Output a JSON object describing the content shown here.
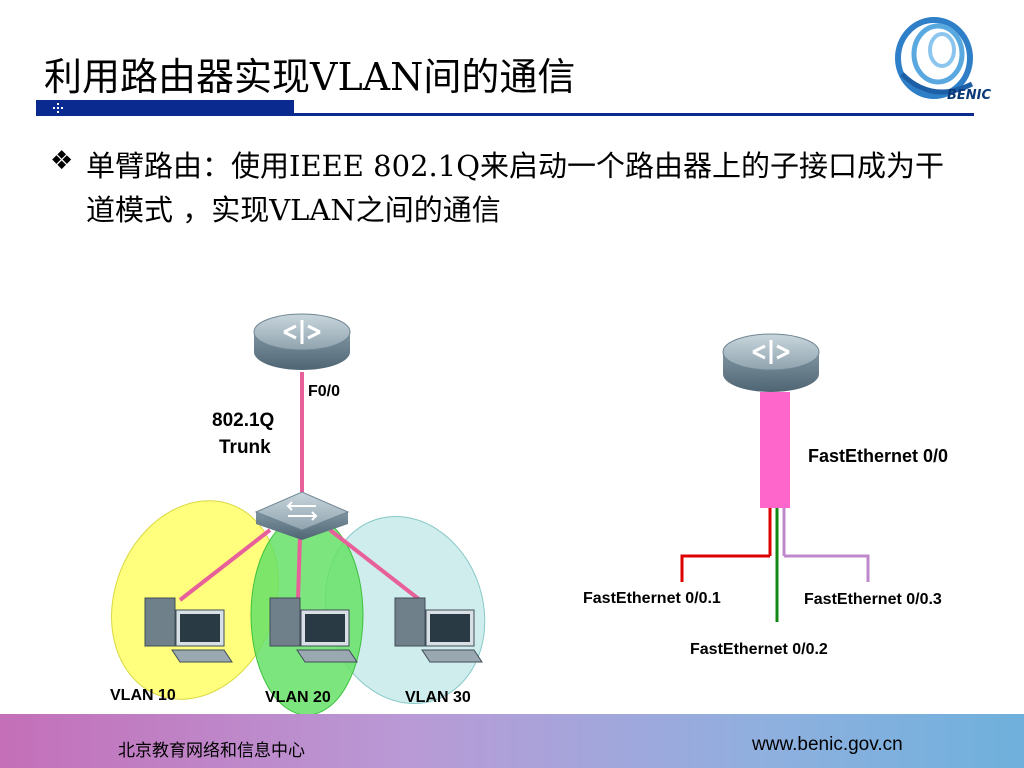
{
  "slide": {
    "title": "利用路由器实现VLAN间的通信",
    "bullet_glyph": "❖",
    "bullet_text": "单臂路由：使用IEEE 802.1Q来启动一个路由器上的子接口成为干道模式 ，实现VLAN之间的通信",
    "logo_text": "BENIC"
  },
  "left_diagram": {
    "port_label": "F0/0",
    "trunk_label_line1": "802.1Q",
    "trunk_label_line2": "Trunk",
    "vlans": [
      {
        "label": "VLAN 10",
        "color": "#ffff66"
      },
      {
        "label": "VLAN 20",
        "color": "#66e066"
      },
      {
        "label": "VLAN 30",
        "color": "#a9dede"
      }
    ],
    "link_color": "#e8609a"
  },
  "right_diagram": {
    "interface_label": "FastEthernet 0/0",
    "subinterfaces": [
      {
        "label": "FastEthernet 0/0.1",
        "color": "#dd0000"
      },
      {
        "label": "FastEthernet 0/0.2",
        "color": "#118811"
      },
      {
        "label": "FastEthernet 0/0.3",
        "color": "#c088cc"
      }
    ],
    "trunk_color": "#ff66cc"
  },
  "footer": {
    "org": "北京教育网络和信息中心",
    "url": "www.benic.gov.cn"
  }
}
